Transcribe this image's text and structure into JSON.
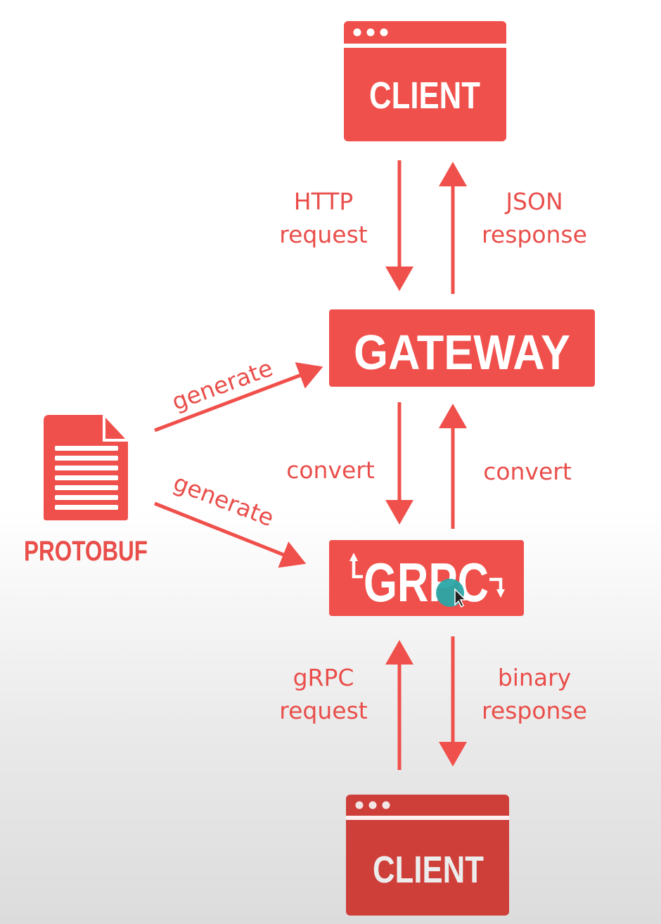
{
  "colors": {
    "accent": "#f0504b",
    "accent_dark": "#cf3f3a",
    "cursor": "#2aa6a7",
    "background": "#ffffff"
  },
  "nodes": {
    "client_top": {
      "label": "CLIENT"
    },
    "gateway": {
      "label": "GATEWAY"
    },
    "grpc": {
      "label": "GRPC"
    },
    "client_bottom": {
      "label": "CLIENT"
    },
    "protobuf": {
      "label": "PROTOBUF"
    }
  },
  "edges": {
    "http_request": [
      "HTTP",
      "request"
    ],
    "json_response": [
      "JSON",
      "response"
    ],
    "convert_down": "convert",
    "convert_up": "convert",
    "generate_gateway": "generate",
    "generate_grpc": "generate",
    "grpc_request": [
      "gRPC",
      "request"
    ],
    "binary_response": [
      "binary",
      "response"
    ]
  },
  "icons": {
    "window_dots": "window-dots-icon",
    "document": "document-icon",
    "cursor": "mouse-pointer-icon"
  }
}
